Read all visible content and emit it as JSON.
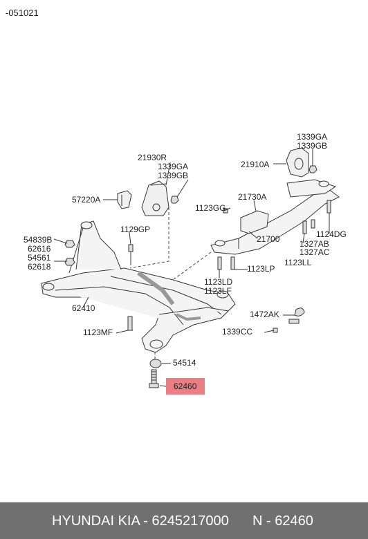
{
  "doc_code": "-051021",
  "parts": {
    "p21930R": "21930R",
    "p1339GA_l": "1339GA",
    "p1339GB_l": "1339GB",
    "p57220A": "57220A",
    "p1129GP": "1129GP",
    "p54839B": "54839B",
    "p62616": "62616",
    "p54561": "54561",
    "p62618": "62618",
    "p62410": "62410",
    "p1123MF": "1123MF",
    "p54514": "54514",
    "p62460": "62460",
    "p1339GA_r": "1339GA",
    "p1339GB_r": "1339GB",
    "p21910A": "21910A",
    "p21730A": "21730A",
    "p1123GG": "1123GG",
    "p1124DG": "1124DG",
    "p1327AB": "1327AB",
    "p1327AC": "1327AC",
    "p21700": "21700",
    "p1123LL": "1123LL",
    "p1123LP": "1123LP",
    "p1123LD": "1123LD",
    "p1123LF": "1123LF",
    "p1472AK": "1472AK",
    "p1339CC": "1339CC"
  },
  "highlight_color": "#e97f84",
  "footer": {
    "brand": "HYUNDAI  KIA - 6245217000",
    "part_ref": "N - 62460"
  }
}
